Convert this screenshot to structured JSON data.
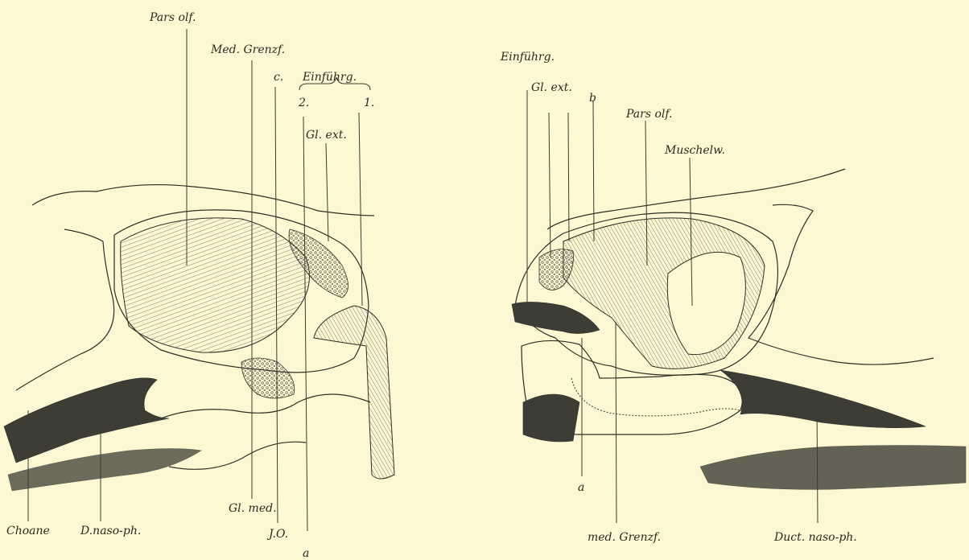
{
  "labels": {
    "left_pars_olf": "Pars olf.",
    "left_med_grenzf": "Med. Grenzf.",
    "left_c": "c.",
    "left_einfuhrg": "Einführg.",
    "left_2": "2.",
    "left_1": "1.",
    "left_gl_ext": "Gl. ext.",
    "left_choane": "Choane",
    "left_dnaso": "D.naso-ph.",
    "left_gl_med": "Gl. med.",
    "left_jo": "J.O.",
    "left_a": "a",
    "right_einfuhrg": "Einführg.",
    "right_gl_ext": "Gl. ext.",
    "right_b": "b",
    "right_pars_olf": "Pars olf.",
    "right_muschelw": "Muschelw.",
    "right_a": "a",
    "right_med_grenzf": "med. Grenzf.",
    "right_duct": "Duct. naso-ph."
  },
  "colors": {
    "paper": "#fdf7d3",
    "ink": "#2e2e26"
  }
}
